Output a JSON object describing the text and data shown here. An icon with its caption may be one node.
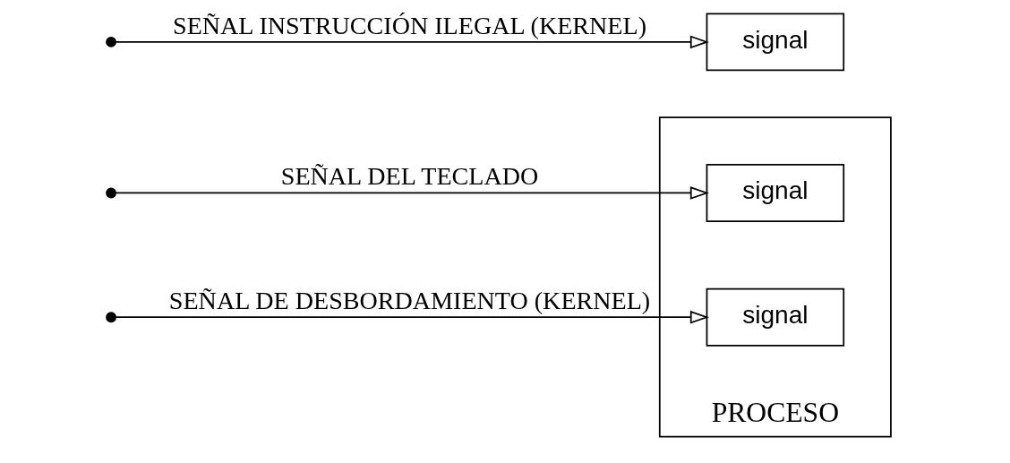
{
  "diagram": {
    "nodes": [
      {
        "text": [
          "PROCESO"
        ]
      },
      {
        "text": [
          "signal"
        ],
        "in": 0
      },
      {
        "text": [
          "signal"
        ],
        "in": 0
      },
      {
        "text": [
          "signal"
        ]
      }
    ],
    "edges": [
      {
        "from": null,
        "to": 1,
        "arrow": "to",
        "label": "SEÑAL DEL TECLADO"
      },
      {
        "from": null,
        "to": 2,
        "arrow": "to",
        "label": "SEÑAL DE DESBORDAMIENTO (KERNEL)"
      },
      {
        "from": null,
        "to": 3,
        "arrow": "to",
        "label": "SEÑAL INSTRUCCIÓN ILEGAL (KERNEL)"
      }
    ]
  }
}
